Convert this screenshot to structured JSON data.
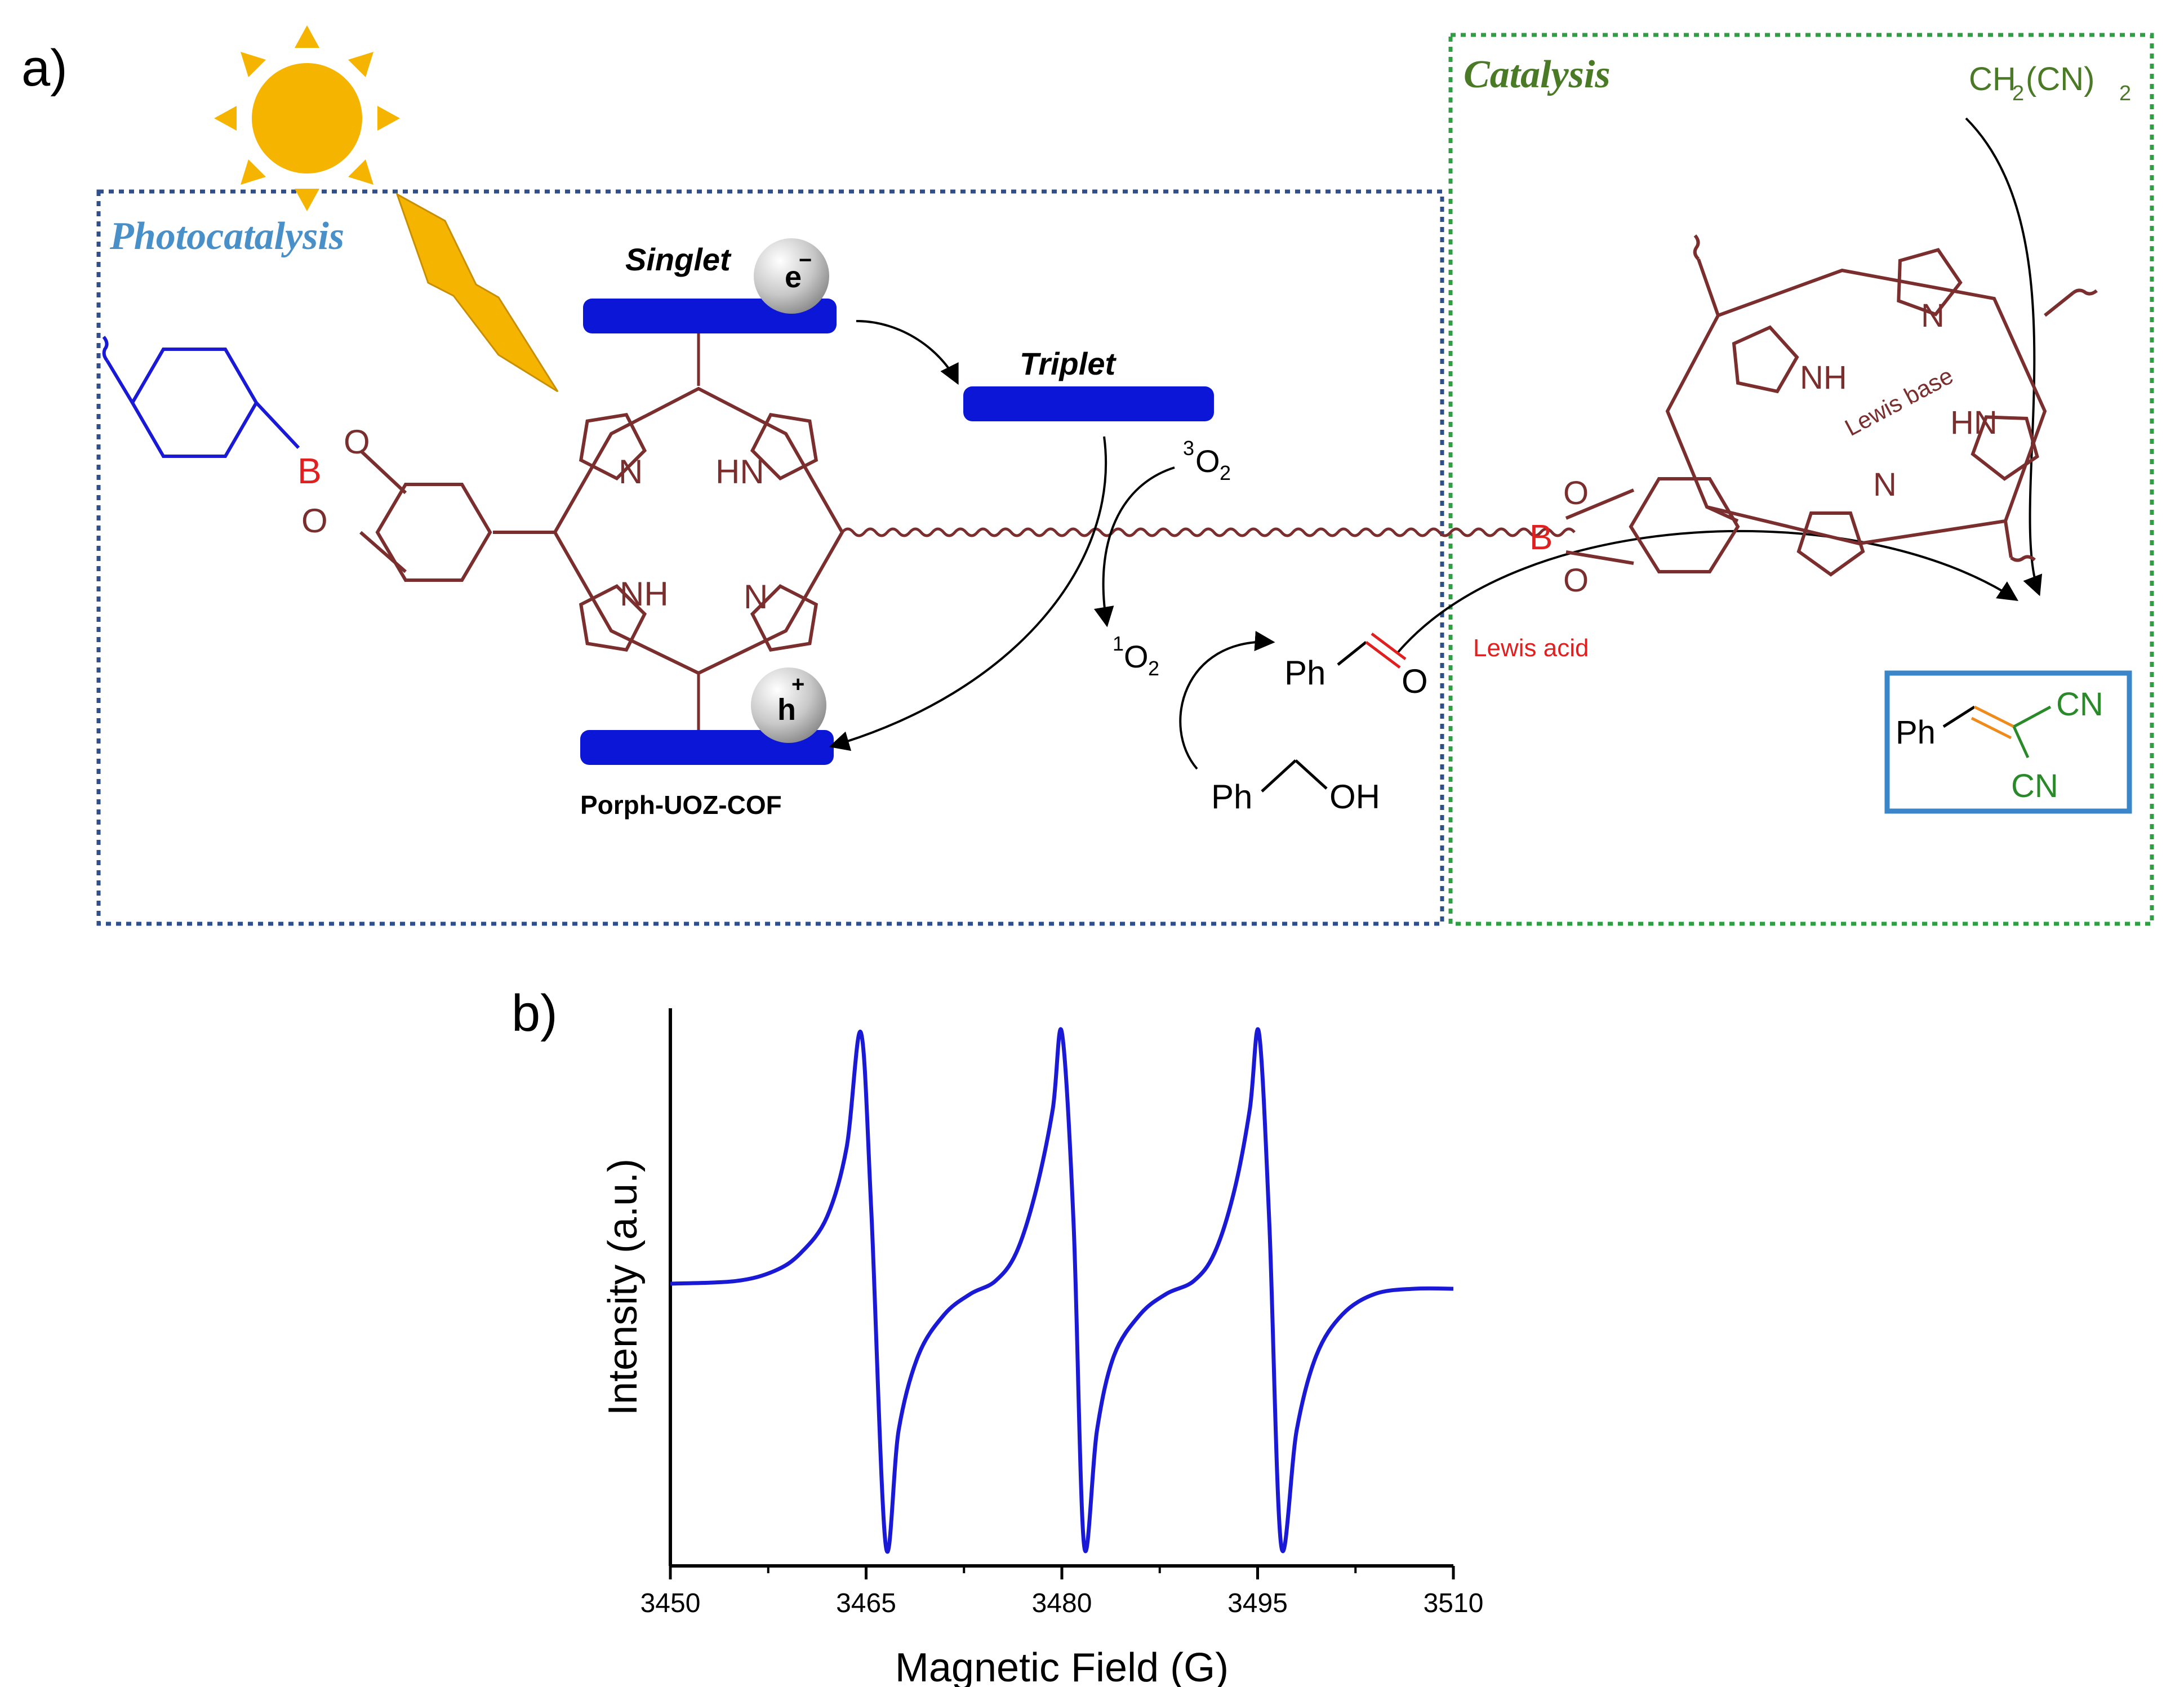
{
  "panel_a": {
    "label": "a)",
    "photocatalysis_label": "Photocatalysis",
    "catalysis_label": "Catalysis",
    "singlet_label": "Singlet",
    "triplet_label": "Triplet",
    "electron": "e",
    "electron_charge": "−",
    "hole": "h",
    "hole_charge": "+",
    "cof_name": "Porph-UOZ-COF",
    "o2_triplet_sup": "3",
    "o2_singlet_sup": "1",
    "o2": "O",
    "o2_sub": "2",
    "reagent_main": "CH",
    "reagent_sub": "2",
    "reagent_rest": "(CN)",
    "reagent_sub2": "2",
    "lewis_base": "Lewis base",
    "lewis_acid": "Lewis acid",
    "ph": "Ph",
    "oh": "OH",
    "o": "O",
    "n": "N",
    "nh": "NH",
    "hn": "HN",
    "b": "B",
    "cn": "CN",
    "colors": {
      "photocatalysis_box": "#2e4f8c",
      "catalysis_box": "#2ea043",
      "photocatalysis_text": "#4a90c8",
      "catalysis_text": "#4a7a25",
      "porphyrin": "#7a2e2e",
      "linker": "#1a1ad6",
      "band": "#0b16d6",
      "boron": "#e02020",
      "sun": "#f5b400",
      "product_box": "#3a86c8",
      "product_cn": "#2a8a2a",
      "product_bond": "#f08a1a"
    }
  },
  "panel_b": {
    "label": "b)",
    "chart_data": {
      "type": "line",
      "title": "",
      "xlabel": "Magnetic Field (G)",
      "ylabel": "Intensity (a.u.)",
      "xlim": [
        3450,
        3510
      ],
      "xticks": [
        3450,
        3465,
        3480,
        3495,
        3510
      ],
      "y_tick_labels": false,
      "series": [
        {
          "color": "#1a1ad6",
          "x": [
            3450,
            3455,
            3458,
            3460,
            3462,
            3463.5,
            3464.6,
            3465.4,
            3466.5,
            3467.5,
            3469,
            3471,
            3473,
            3474.9,
            3476.5,
            3478,
            3479.3,
            3480.0,
            3480.9,
            3481.7,
            3482.7,
            3484,
            3486,
            3488,
            3490.1,
            3491.7,
            3493.2,
            3494.4,
            3495.1,
            3495.9,
            3496.8,
            3498.0,
            3499.5,
            3501.5,
            3504,
            3507,
            3510
          ],
          "y": [
            0.02,
            0.03,
            0.07,
            0.14,
            0.28,
            0.55,
            1.0,
            0.3,
            -1.0,
            -0.55,
            -0.26,
            -0.1,
            -0.02,
            0.03,
            0.14,
            0.38,
            0.7,
            1.0,
            0.25,
            -1.0,
            -0.55,
            -0.26,
            -0.1,
            -0.02,
            0.03,
            0.14,
            0.38,
            0.7,
            1.0,
            0.25,
            -1.0,
            -0.55,
            -0.26,
            -0.1,
            -0.02,
            0.0,
            0.0
          ]
        }
      ]
    }
  }
}
